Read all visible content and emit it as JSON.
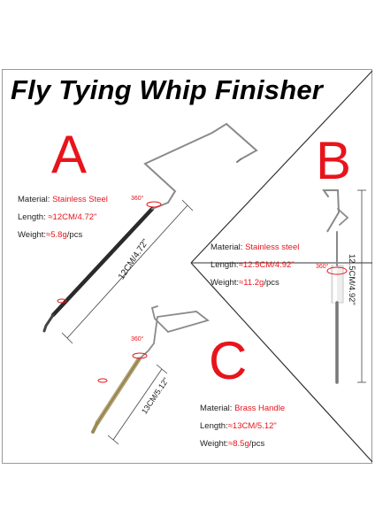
{
  "title": "Fly Tying Whip Finisher",
  "colors": {
    "accent": "#e8141c",
    "text": "#222222",
    "frame": "#9a9a9a"
  },
  "products": [
    {
      "letter": "A",
      "material_label": "Material: ",
      "material": "Stainless Steel",
      "length_label": "Length: ",
      "length": "≈12CM/4.72\"",
      "weight_label": "Weight:",
      "weight": "≈5.8g",
      "weight_unit": "/pcs",
      "dimension": "12CM/4.72\"",
      "rotation": "360°"
    },
    {
      "letter": "B",
      "material_label": "Material: ",
      "material": "Stainless steel",
      "length_label": "Length:",
      "length": "≈12.5CM/4.92\"",
      "weight_label": "Weight:",
      "weight": "≈11.2g",
      "weight_unit": "/pcs",
      "dimension": "12.5CM/4.92\"",
      "rotation": "360°"
    },
    {
      "letter": "C",
      "material_label": "Material: ",
      "material": "Brass Handle",
      "length_label": "Length:",
      "length": "≈13CM/5.12\"",
      "weight_label": "Weight:",
      "weight": "≈8.5g",
      "weight_unit": "/pcs",
      "dimension": "13CM/5.12\"",
      "rotation": "360°"
    }
  ]
}
